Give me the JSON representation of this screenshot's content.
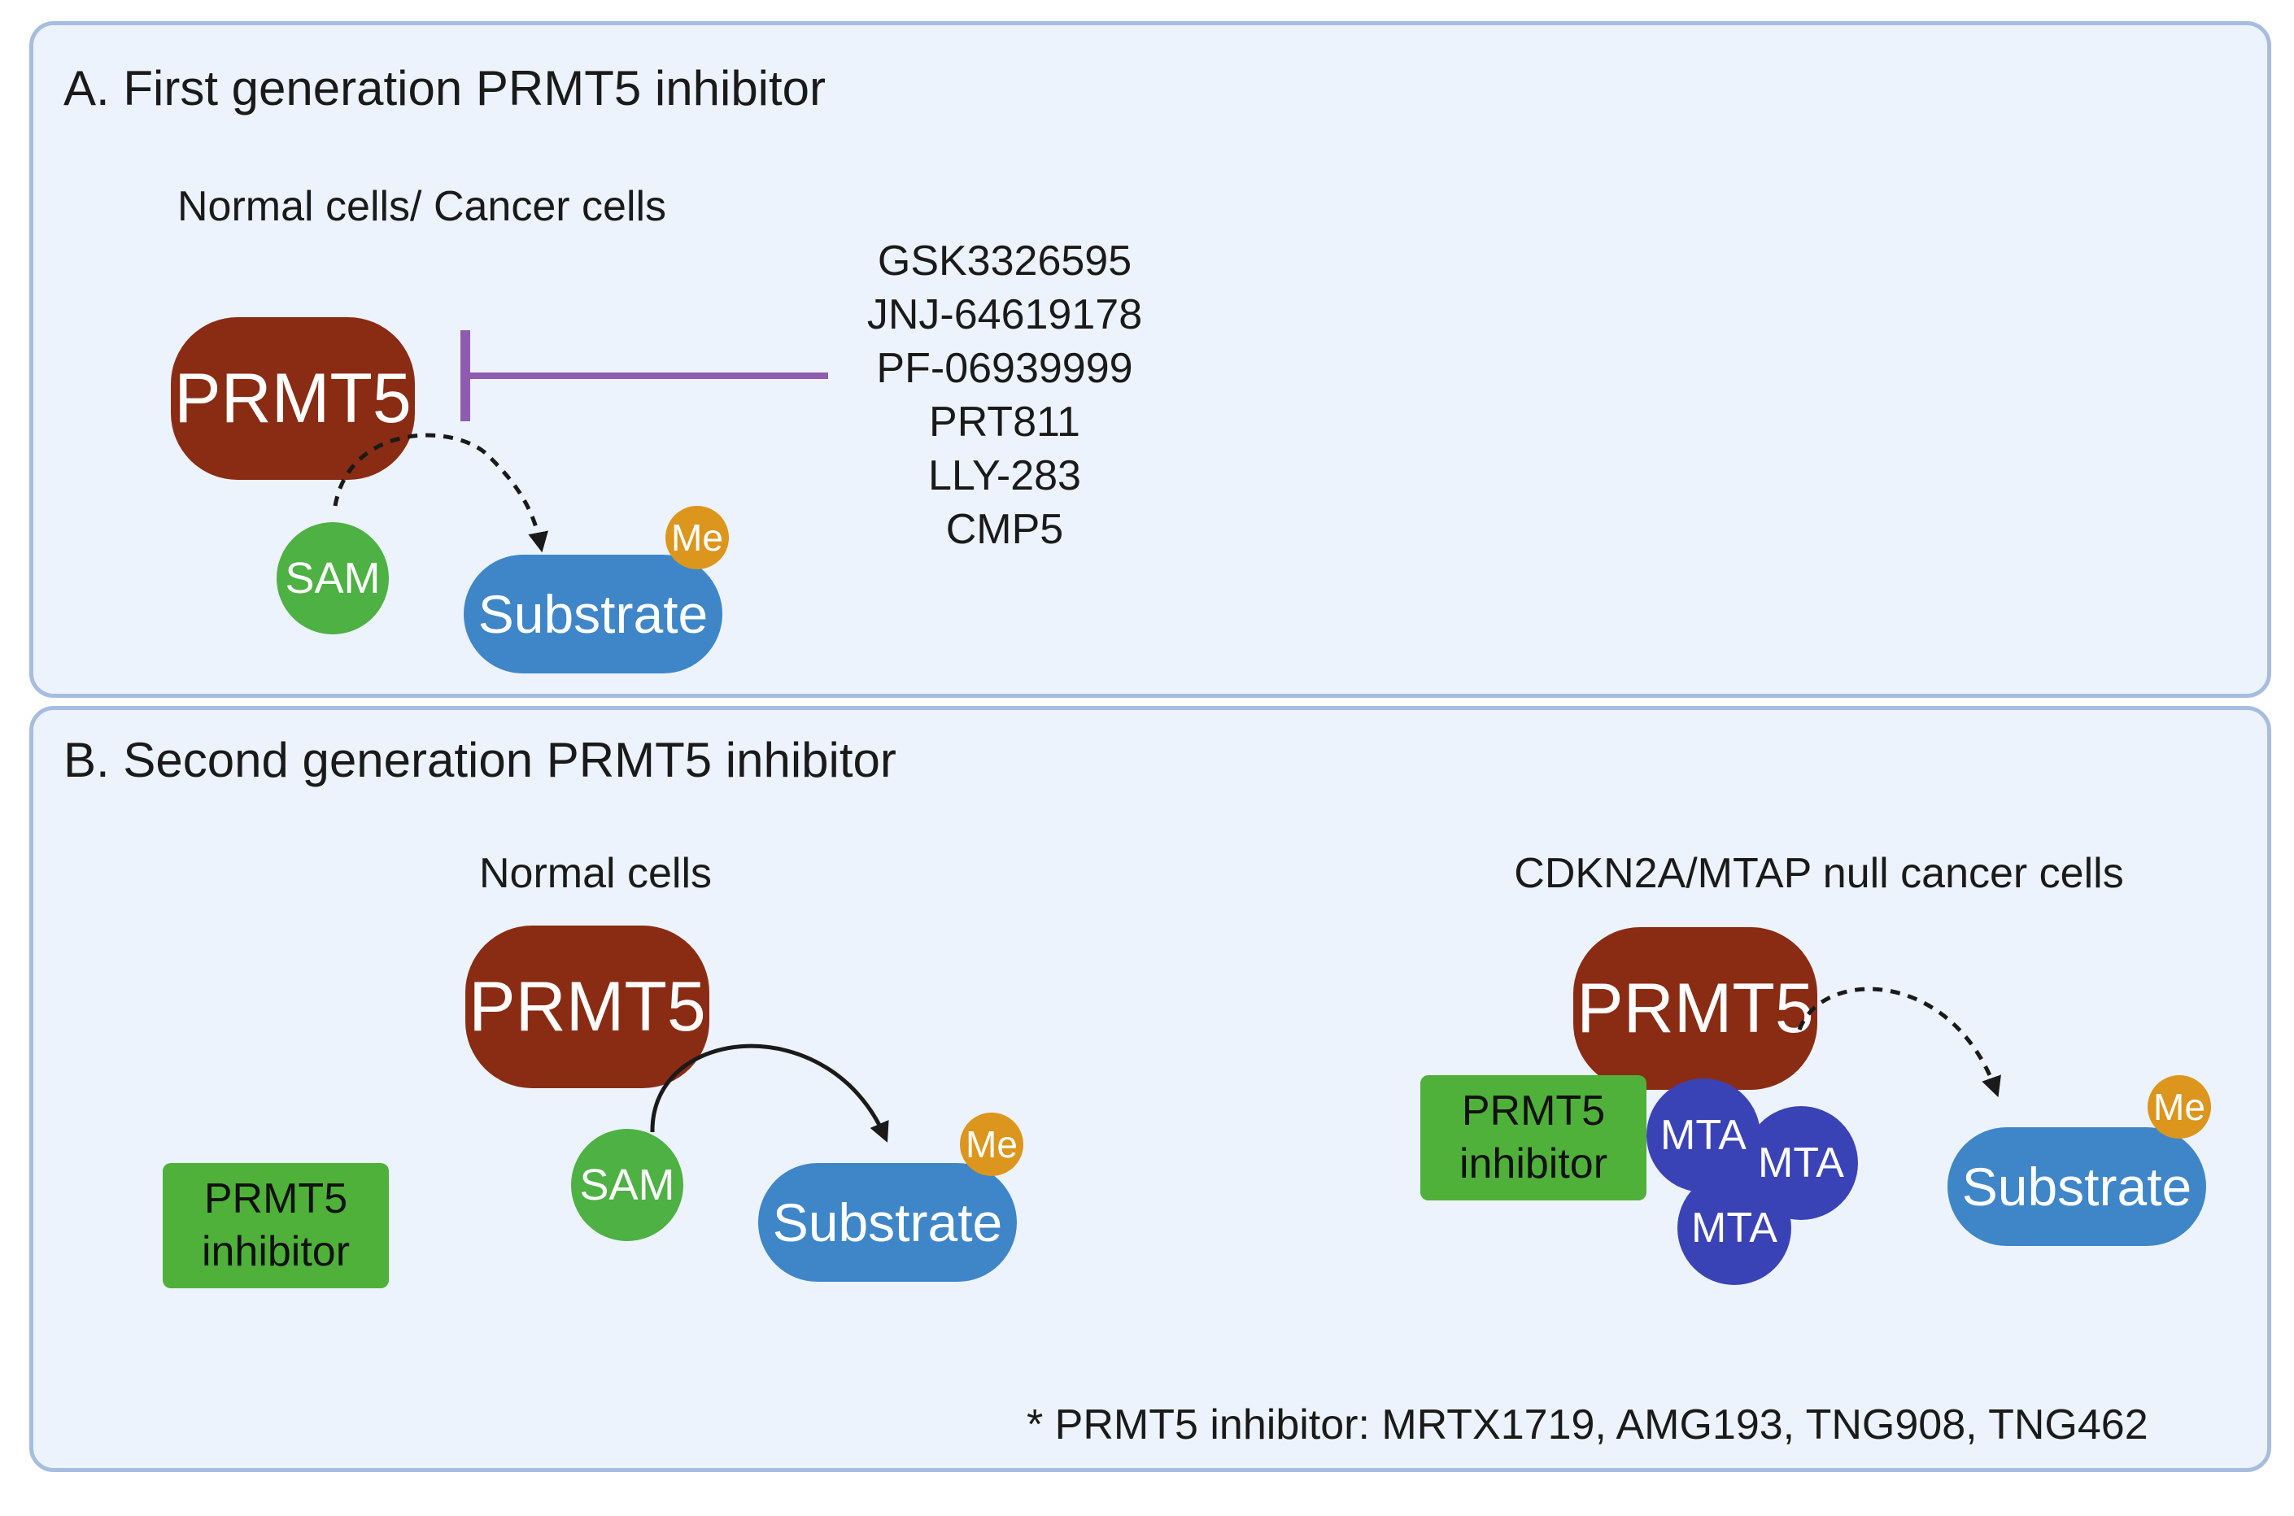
{
  "panel_a": {
    "title": "A. First generation PRMT5 inhibitor",
    "subtitle": "Normal cells/ Cancer cells",
    "enzyme": "PRMT5",
    "cofactor": "SAM",
    "substrate": "Substrate",
    "methyl": "Me",
    "inhibitors": [
      "GSK3326595",
      "JNJ-64619178",
      "PF-06939999",
      "PRT811",
      "LLY-283",
      "CMP5"
    ]
  },
  "panel_b": {
    "title": "B. Second generation PRMT5 inhibitor",
    "normal": {
      "subtitle": "Normal cells",
      "enzyme": "PRMT5",
      "cofactor": "SAM",
      "substrate": "Substrate",
      "methyl": "Me",
      "inhibitor_line1": "PRMT5",
      "inhibitor_line2": "inhibitor"
    },
    "cancer": {
      "subtitle": "CDKN2A/MTAP null cancer cells",
      "enzyme": "PRMT5",
      "inhibitor_line1": "PRMT5",
      "inhibitor_line2": "inhibitor",
      "mta": [
        "MTA",
        "MTA",
        "MTA"
      ],
      "substrate": "Substrate",
      "methyl": "Me"
    },
    "footnote": "* PRMT5 inhibitor: MRTX1719, AMG193, TNG908, TNG462"
  },
  "colors": {
    "panel_bg": "#edf3fc",
    "panel_border": "#a6bde0",
    "prmt5": "#8a2c14",
    "sam": "#4db143",
    "substrate": "#3f86c8",
    "methyl": "#dc961d",
    "inhibitor": "#4fb13a",
    "mta": "#3a43b5",
    "inhibition_bar": "#8e5bb0"
  }
}
